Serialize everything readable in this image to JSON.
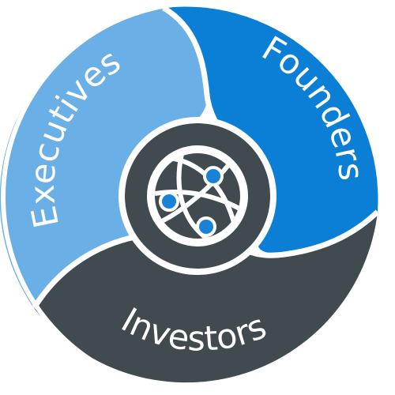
{
  "segments": {
    "executives": {
      "label": "Executives",
      "color": "#6aafe6"
    },
    "founders": {
      "label": "Founders",
      "color": "#0b7fd5"
    },
    "investors": {
      "label": "Investors",
      "color": "#414a4f"
    }
  },
  "center": {
    "icon": "globe-network-icon",
    "ring_color": "#414a4f",
    "node_color": "#1a82d6"
  }
}
